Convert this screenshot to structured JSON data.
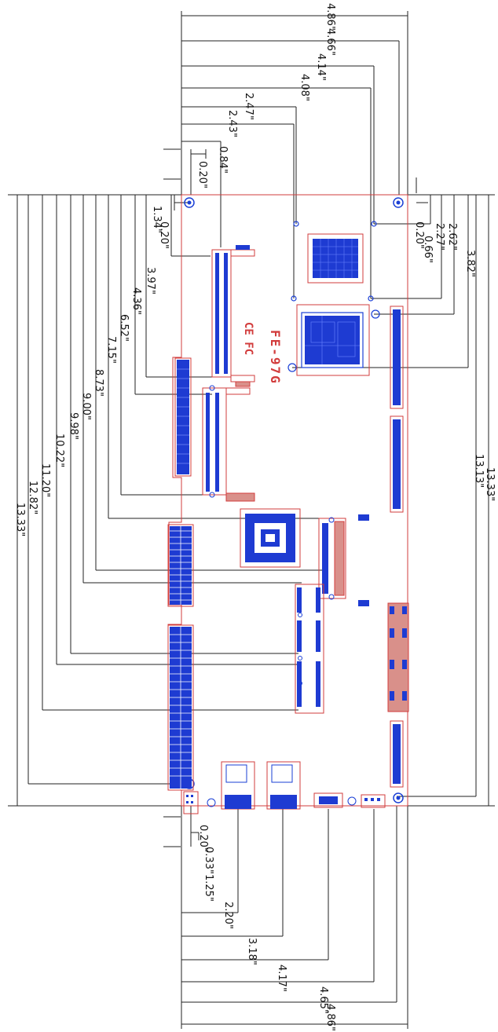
{
  "board": {
    "model_label": "FE-97G",
    "cert_marks": "CE FC"
  },
  "colors": {
    "outline": "#d23c3c",
    "component": "#1a3fd6",
    "component_fill": "#1e3bd2",
    "dimension_line": "#222222",
    "connector_fill": "#d9908a"
  },
  "dimensions": {
    "top": [
      "4.86\"",
      "4.66\"",
      "4.14\"",
      "4.08\"",
      "2.47\"",
      "2.43\"",
      "0.84\"",
      "0.20\""
    ],
    "bottom": [
      "0.20\"",
      "0.33\"",
      "1.25\"",
      "2.20\"",
      "3.18\"",
      "4.17\"",
      "4.65\"",
      "4.86\""
    ],
    "left": [
      "0.20\"",
      "1.34\"",
      "3.97\"",
      "4.36\"",
      "6.52\"",
      "7.15\"",
      "8.73\"",
      "9.00\"",
      "9.98\"",
      "10.22\"",
      "11.20\"",
      "12.82\"",
      "13.33\""
    ],
    "right": [
      "0.20\"",
      "0.66\"",
      "2.27\"",
      "2.62\"",
      "3.82\"",
      "13.13\"",
      "13.33\""
    ]
  }
}
